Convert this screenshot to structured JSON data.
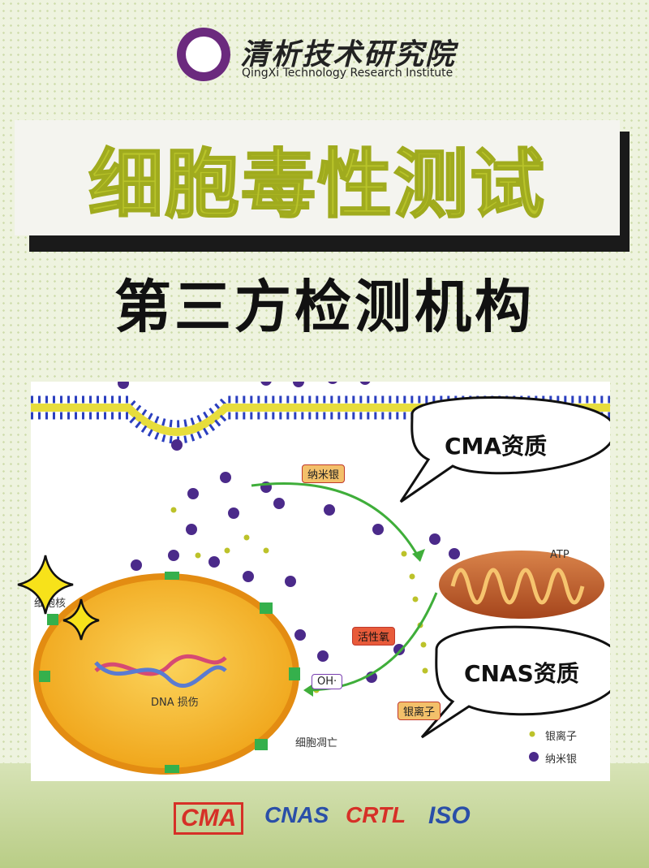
{
  "header": {
    "org_name_cn": "清析技术研究院",
    "org_name_en": "QingXi Technology  Research Institute"
  },
  "banner": {
    "title": "细胞毒性测试",
    "subtitle": "第三方检测机构"
  },
  "figure": {
    "labels": {
      "nano_silver_top": "纳米银",
      "atp": "ATP",
      "nucleus": "细胞核",
      "ros": "活性氧",
      "oh": "OH·",
      "silver_ion_box": "银离子",
      "dna": "DNA 损伤",
      "apoptosis": "细胞凋亡",
      "legend_ion": "银离子",
      "legend_nano": "纳米银"
    },
    "bubbles": {
      "cma": "CMA资质",
      "cnas": "CNAS资质"
    }
  },
  "certifications": [
    "CMA",
    "CNAS",
    "CRTL",
    "ISO"
  ],
  "colors": {
    "accent": "#b9c42a",
    "brand_purple": "#6b2a7e",
    "cert_red": "#d63027",
    "cert_blue": "#2a4fa8"
  }
}
